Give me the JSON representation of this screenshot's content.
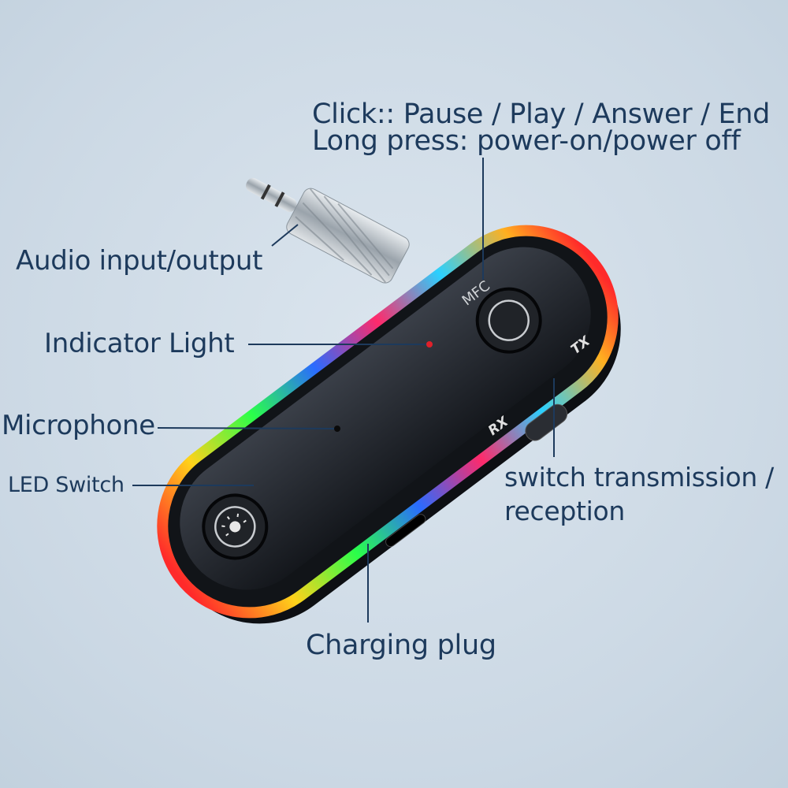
{
  "labels": {
    "click": "Click::  Pause / Play / Answer / End",
    "long_press": "Long press:  power-on/power off",
    "audio": "Audio input/output",
    "indicator": "Indicator Light",
    "microphone": "Microphone",
    "led_switch": "LED Switch",
    "switch_line1": "switch transmission /",
    "switch_line2": "reception",
    "charging": "Charging plug"
  },
  "device": {
    "button_text": "MFC",
    "rx": "RX",
    "tx": "TX"
  },
  "colors": {
    "text": "#1d3a5c",
    "indicator_dot": "#e0202a"
  }
}
